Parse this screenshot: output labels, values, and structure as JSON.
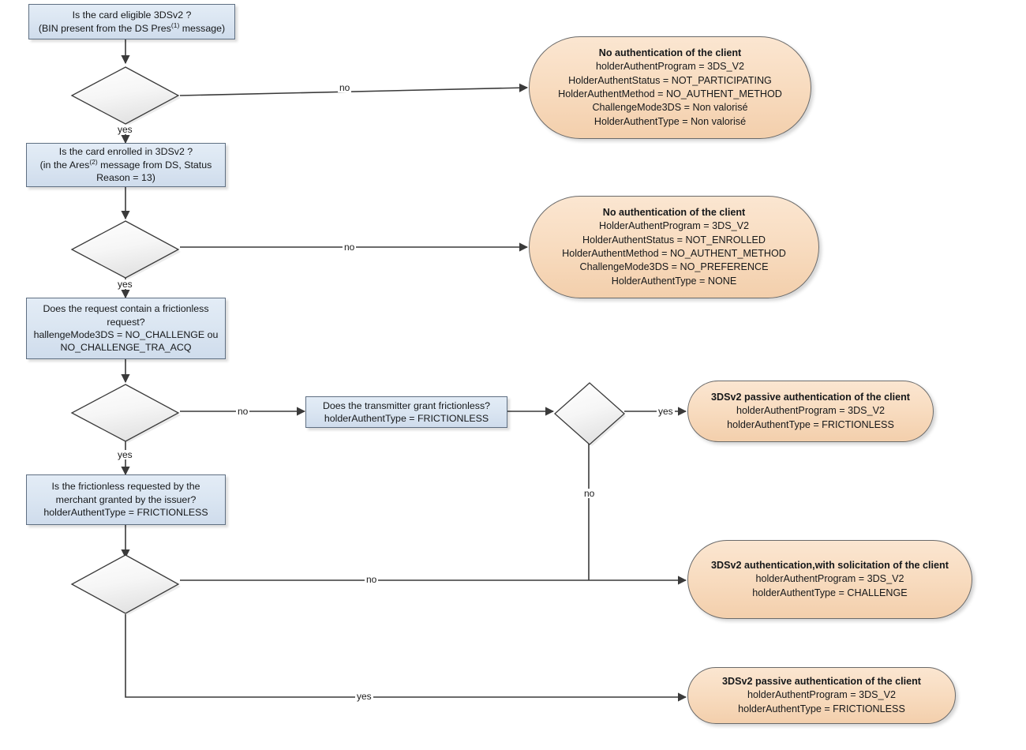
{
  "diagram": {
    "title": "3DSv2 card authentication decision flow",
    "colors": {
      "process_fill": "#dbe6f2",
      "process_border": "#5f6f82",
      "terminator_fill": "#f8dcc0",
      "terminator_border": "#6a6a6a",
      "decision_fill": "#f4f4f4",
      "decision_border": "#3a3a3a",
      "edge": "#3a3a3a",
      "background": "#ffffff"
    }
  },
  "nodes": {
    "q1": {
      "type": "process",
      "line1": "Is the card eligible 3DSv2 ?",
      "line2_pre": "(BIN present from the DS Pres",
      "line2_sup": "(1)",
      "line2_post": " message)"
    },
    "q2": {
      "type": "process",
      "line1": "Is the card enrolled in 3DSv2 ?",
      "line2_pre": "(in the Ares",
      "line2_sup": "(2)",
      "line2_post": " message from DS, Status",
      "line3": "Reason = 13)"
    },
    "q3": {
      "type": "process",
      "line1": "Does the request contain a frictionless",
      "line2": "request?",
      "line3": "hallengeMode3DS = NO_CHALLENGE ou",
      "line4": "NO_CHALLENGE_TRA_ACQ"
    },
    "q4": {
      "type": "process",
      "line1": "Does the transmitter grant frictionless?",
      "line2": "holderAuthentType = FRICTIONLESS"
    },
    "q5": {
      "type": "process",
      "line1": "Is the frictionless requested by the",
      "line2": "merchant granted by the issuer?",
      "line3": "holderAuthentType = FRICTIONLESS"
    },
    "d1": {
      "type": "decision"
    },
    "d2": {
      "type": "decision"
    },
    "d3": {
      "type": "decision"
    },
    "d4": {
      "type": "decision"
    },
    "d5": {
      "type": "decision"
    },
    "out1": {
      "type": "terminator",
      "header": "No authentication of the client",
      "lines": [
        "holderAuthentProgram = 3DS_V2",
        "HolderAuthentStatus = NOT_PARTICIPATING",
        "HolderAuthentMethod = NO_AUTHENT_METHOD",
        "ChallengeMode3DS = Non valorisé",
        "HolderAuthentType = Non valorisé"
      ]
    },
    "out2": {
      "type": "terminator",
      "header": "No authentication of the client",
      "lines": [
        "HolderAuthentProgram = 3DS_V2",
        "HolderAuthentStatus = NOT_ENROLLED",
        "HolderAuthentMethod = NO_AUTHENT_METHOD",
        "ChallengeMode3DS = NO_PREFERENCE",
        "HolderAuthentType = NONE"
      ]
    },
    "out3": {
      "type": "terminator",
      "header": "3DSv2 passive authentication of the client",
      "lines": [
        "holderAuthentProgram = 3DS_V2",
        "holderAuthentType = FRICTIONLESS"
      ]
    },
    "out4": {
      "type": "terminator",
      "header": "3DSv2 authentication,with solicitation of the client",
      "lines": [
        "holderAuthentProgram = 3DS_V2",
        "holderAuthentType = CHALLENGE"
      ]
    },
    "out5": {
      "type": "terminator",
      "header": "3DSv2 passive authentication of the client",
      "lines": [
        "holderAuthentProgram = 3DS_V2",
        "holderAuthentType = FRICTIONLESS"
      ]
    }
  },
  "edge_labels": {
    "d1_no": "no",
    "d1_yes": "yes",
    "d2_no": "no",
    "d2_yes": "yes",
    "d3_no": "no",
    "d3_yes": "yes",
    "d4_yes": "yes",
    "d4_no": "no",
    "d5_no": "no",
    "d5_yes": "yes"
  }
}
